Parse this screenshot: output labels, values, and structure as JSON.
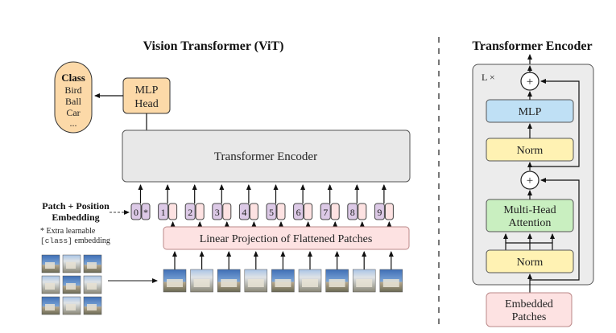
{
  "vit": {
    "title": "Vision Transformer (ViT)",
    "class_head": {
      "title": "Class",
      "items": [
        "Bird",
        "Ball",
        "Car",
        "..."
      ]
    },
    "mlp_head": {
      "line1": "MLP",
      "line2": "Head"
    },
    "encoder_label": "Transformer Encoder",
    "patch_embedding_label": {
      "line1": "Patch + Position",
      "line2": "Embedding"
    },
    "extra_note": {
      "line1": "* Extra learnable",
      "line2_code": "[class]",
      "line2_rest": " embedding"
    },
    "linear_projection_label": "Linear Projection of Flattened Patches",
    "tokens": [
      "0",
      "1",
      "2",
      "3",
      "4",
      "5",
      "6",
      "7",
      "8",
      "9"
    ],
    "class_token_marker": "*",
    "patch_count": 9
  },
  "encoder": {
    "title": "Transformer Encoder",
    "repeat_label": "L ×",
    "mlp_label": "MLP",
    "norm_label": "Norm",
    "attention": {
      "line1": "Multi-Head",
      "line2": "Attention"
    },
    "add_symbol": "+",
    "embedded": {
      "line1": "Embedded",
      "line2": "Patches"
    }
  },
  "colors": {
    "class_fill": "#fcd9a8",
    "mlp_head_fill": "#fcd9a8",
    "encoder_fill": "#e8e8e8",
    "encoder_panel_fill": "#ececec",
    "token_fill": "#dcc9e6",
    "linear_proj_fill": "#fde2e2",
    "mlp_fill": "#bfe0f5",
    "norm_fill": "#fff2b3",
    "attention_fill": "#c9efc0",
    "embedded_fill": "#fde2e2"
  }
}
